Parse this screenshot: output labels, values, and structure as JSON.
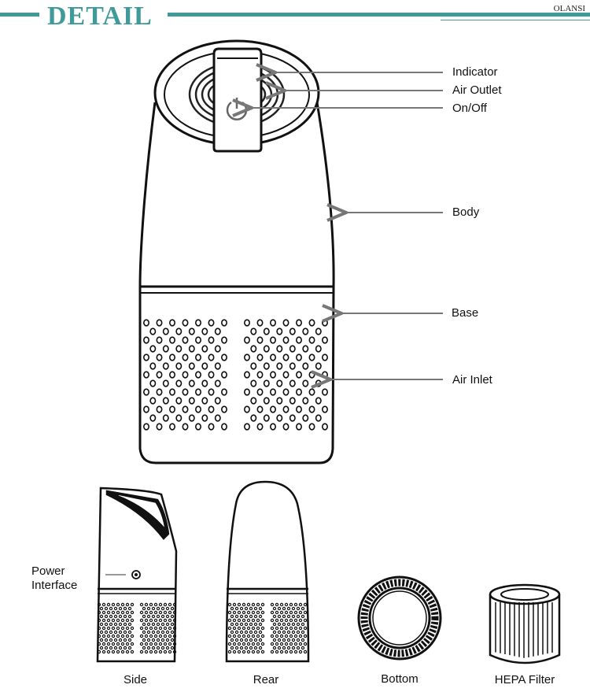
{
  "header": {
    "title": "DETAIL",
    "brand": "OLANSI",
    "accent_color": "#3f9a9a"
  },
  "callouts": {
    "indicator": "Indicator",
    "air_outlet": "Air Outlet",
    "on_off": "On/Off",
    "body": "Body",
    "base": "Base",
    "air_inlet": "Air Inlet",
    "power_line1": "Power",
    "power_line2": "Interface"
  },
  "views": {
    "side": "Side",
    "rear": "Rear",
    "bottom": "Bottom",
    "filter": "HEPA Filter"
  },
  "icons": [
    "power-icon",
    "arrow-left-icon"
  ]
}
